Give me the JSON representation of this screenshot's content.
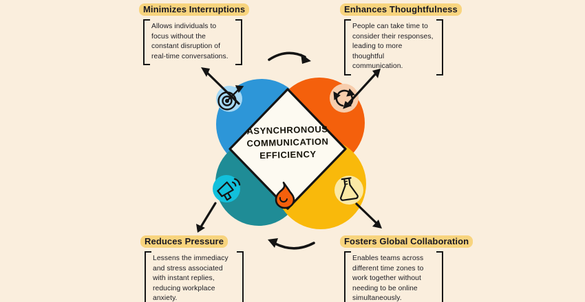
{
  "page": {
    "background": "#FAEEDD",
    "ink": "#161616",
    "highlight": "#F8D47E"
  },
  "center": {
    "title_lines": [
      "Asynchronous",
      "Communication",
      "Efficiency"
    ],
    "panel_color": "#FDFAF1",
    "flame_icon": "flame-icon",
    "flame_color": "#F4600C"
  },
  "quadrants": [
    {
      "position": "top-left",
      "heading": "Minimizes Interruptions",
      "body": "Allows individuals to focus without the constant disruption of real-time conversations.",
      "icon": "target-dart-icon",
      "blob_color": "#2D96D8",
      "icon_bubble_color": "#A5D8F4"
    },
    {
      "position": "top-right",
      "heading": "Enhances Thoughtfulness",
      "body": "People can take time to consider their responses, leading to more thoughtful communication.",
      "icon": "recycle-arrows-icon",
      "blob_color": "#F4600C",
      "icon_bubble_color": "#F7CDAC"
    },
    {
      "position": "bottom-left",
      "heading": "Reduces Pressure",
      "body": "Lessens the immediacy and stress associated with instant replies, reducing workplace anxiety.",
      "icon": "megaphone-icon",
      "blob_color": "#1F8C96",
      "icon_bubble_color": "#12C0DC"
    },
    {
      "position": "bottom-right",
      "heading": "Fosters Global Collaboration",
      "body": "Enables teams across different time zones to work together without needing to be online simultaneously.",
      "icon": "flask-icon",
      "blob_color": "#F9B90B",
      "icon_bubble_color": "#FBE9A6"
    }
  ]
}
